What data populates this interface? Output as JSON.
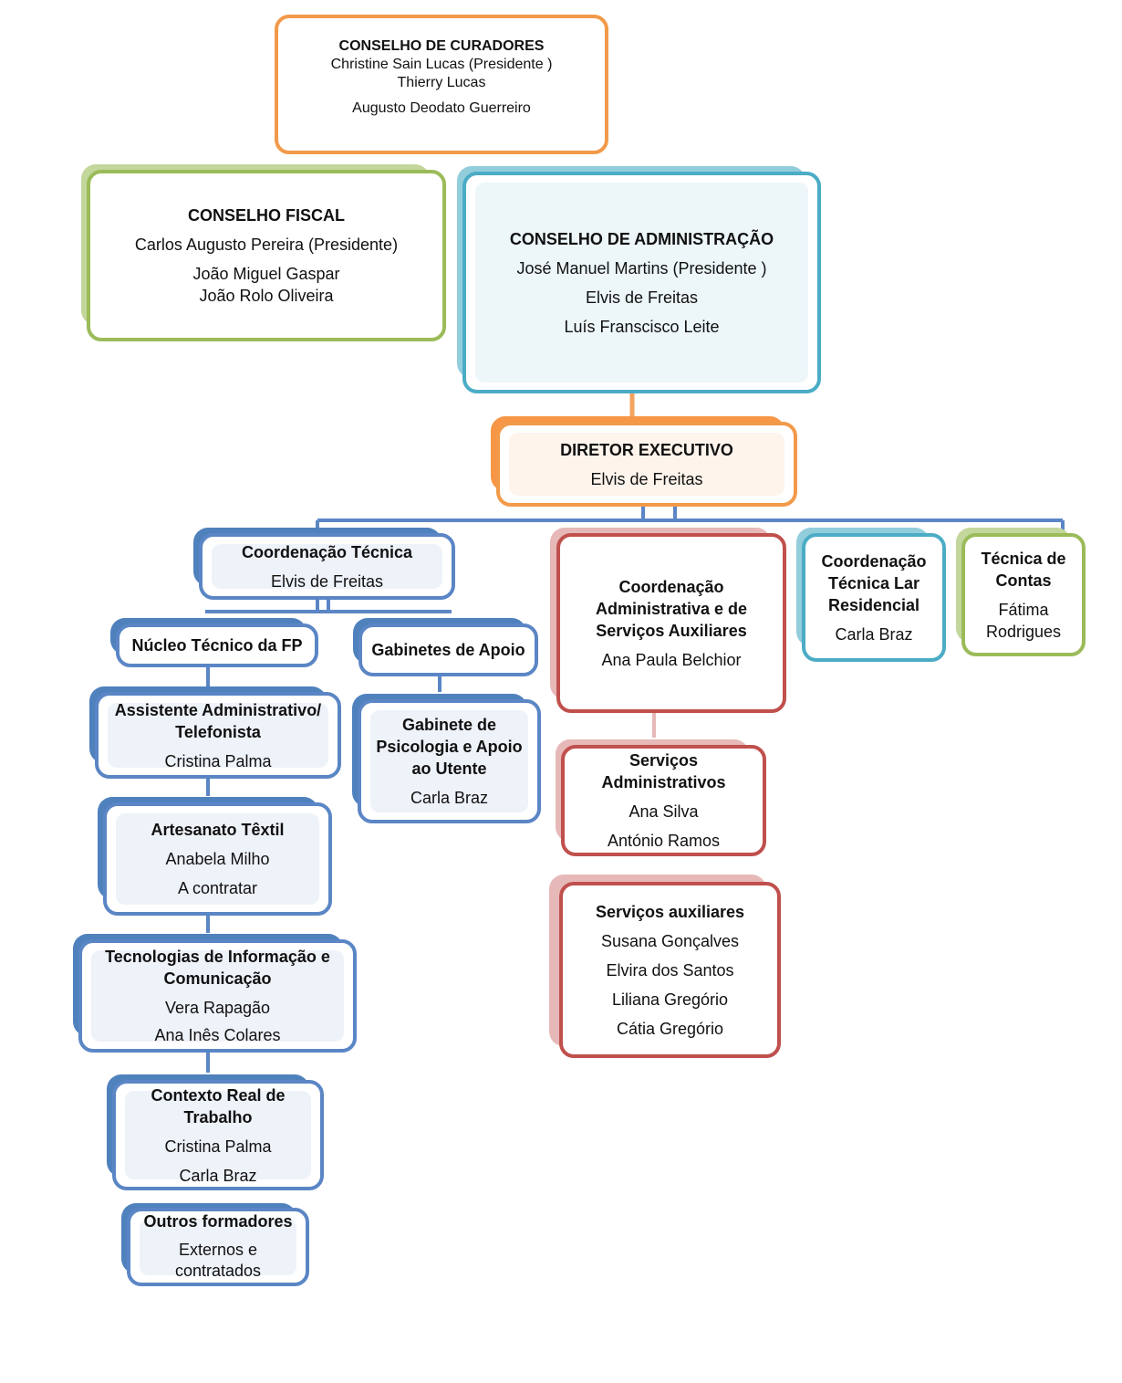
{
  "curadores": {
    "title": "CONSELHO DE CURADORES",
    "members": [
      "Christine Sain Lucas   (Presidente )",
      "Thierry Lucas",
      "Augusto Deodato Guerreiro"
    ]
  },
  "fiscal": {
    "title": "CONSELHO FISCAL",
    "members": [
      "Carlos Augusto Pereira (Presidente)",
      "João Miguel Gaspar",
      "João Rolo Oliveira"
    ]
  },
  "administracao": {
    "title": "CONSELHO DE ADMINISTRAÇÃO",
    "members": [
      "José Manuel Martins (Presidente )",
      "Elvis de Freitas",
      "Luís Franscisco Leite"
    ]
  },
  "diretor": {
    "title": "DIRETOR EXECUTIVO",
    "members": [
      "Elvis de Freitas"
    ]
  },
  "coord_tecnica": {
    "title": "Coordenação Técnica",
    "members": [
      "Elvis de Freitas"
    ]
  },
  "nucleo_fp": {
    "title": "Núcleo Técnico da FP"
  },
  "gabinetes_apoio": {
    "title": "Gabinetes de Apoio"
  },
  "assistente": {
    "title": "Assistente Administrativo/ Telefonista",
    "members": [
      "Cristina Palma"
    ]
  },
  "artesanato": {
    "title": "Artesanato Têxtil",
    "members": [
      "Anabela Milho",
      "A contratar"
    ]
  },
  "tic": {
    "title": "Tecnologias de Informação e Comunicação",
    "members": [
      "Vera Rapagão",
      "Ana Inês Colares"
    ]
  },
  "contexto": {
    "title": "Contexto Real de Trabalho",
    "members": [
      "Cristina Palma",
      "Carla Braz"
    ]
  },
  "outros": {
    "title": "Outros formadores",
    "members": [
      "Externos  e contratados"
    ]
  },
  "gabinete_psicologia": {
    "title": "Gabinete de Psicologia e Apoio ao Utente",
    "members": [
      "Carla Braz"
    ]
  },
  "coord_admin": {
    "title": "Coordenação Administrativa e de Serviços Auxiliares",
    "members": [
      "Ana Paula Belchior"
    ]
  },
  "servicos_admin": {
    "title": "Serviços Administrativos",
    "members": [
      "Ana Silva",
      "António Ramos"
    ]
  },
  "servicos_aux": {
    "title": "Serviços auxiliares",
    "members": [
      "Susana Gonçalves",
      "Elvira dos Santos",
      "Liliana Gregório",
      "Cátia Gregório"
    ]
  },
  "coord_lar": {
    "title": "Coordenação Técnica Lar Residencial",
    "members": [
      "Carla Braz"
    ]
  },
  "tecnica_contas": {
    "title": "Técnica de Contas",
    "members": [
      "Fátima Rodrigues"
    ]
  },
  "colors": {
    "orange": "#f29a4a",
    "green": "#9bbb59",
    "teal": "#4bacc6",
    "blue": "#5b86c5",
    "red": "#c0504d",
    "connector_orange": "#f4a460",
    "connector_blue": "#6f93c9"
  }
}
